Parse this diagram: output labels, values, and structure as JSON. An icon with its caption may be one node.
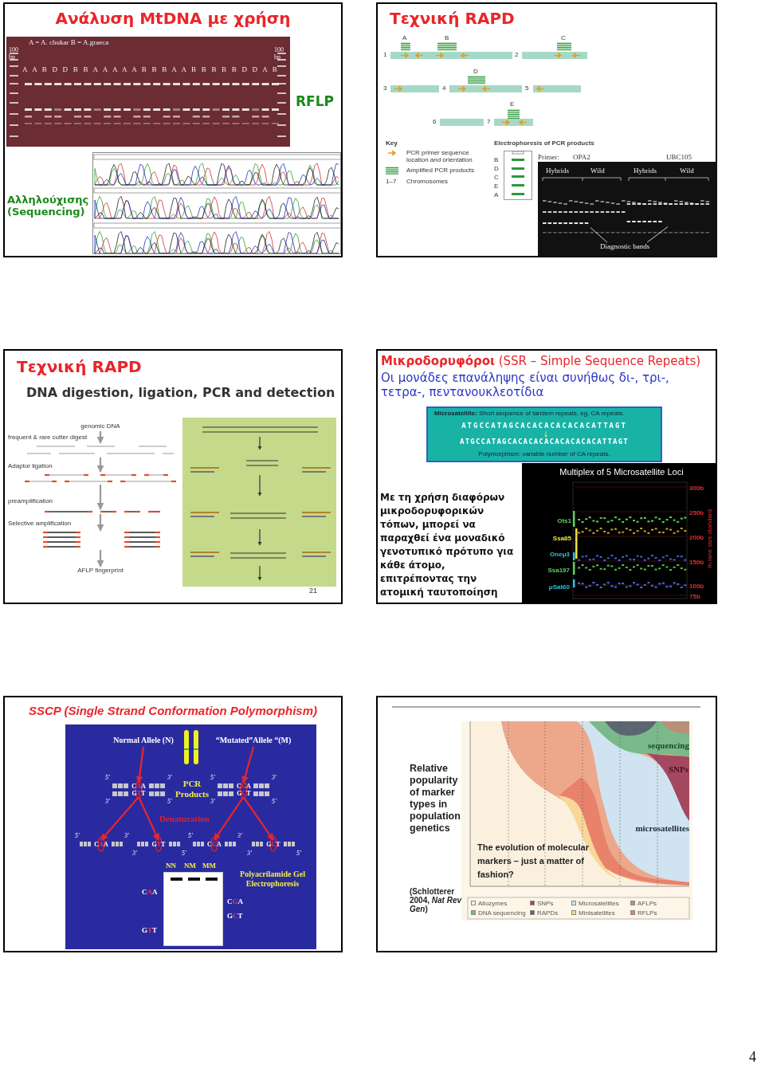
{
  "diagram": {
    "nodes": [
      {
        "text": [
          "Ανάλυση MtDNA με χρήση"
        ]
      },
      {
        "text": [
          "A = A. chukar  B = A.graeca",
          "100 bp",
          "100 bp",
          "A A B D D B B A A A A A B B B A A B B B B B D D A B"
        ],
        "in": 0,
        "beside": [
          "RFLP"
        ]
      },
      {
        "text": [],
        "shape": "picture",
        "in": 0,
        "beside": [
          "Αλληλούχισης (Sequencing)"
        ]
      },
      {
        "text": [
          "Τεχνική RAPD"
        ]
      },
      {
        "text": [
          "A",
          "B",
          "C",
          "1",
          "2",
          "D",
          "3",
          "4",
          "5",
          "E",
          "6",
          "7"
        ],
        "in": 3
      },
      {
        "text": [],
        "shape": "box",
        "in": 3,
        "beside": [
          "Electrophoresis of PCR products",
          "B",
          "D",
          "C",
          "E",
          "A"
        ]
      },
      {
        "text": [
          "Hybrids",
          "Wild",
          "Hybrids",
          "Wild"
        ],
        "in": 3,
        "beside": [
          "Primer:",
          "OPA2",
          "UBC105"
        ]
      },
      {
        "text": [
          "Diagnostic bands"
        ],
        "in": 6
      },
      {
        "text": [
          "Τεχνική RAPD",
          "DNA digestion, ligation, PCR and detection"
        ]
      },
      {
        "text": [
          "genomic DNA"
        ],
        "in": 8
      },
      {
        "text": [],
        "shape": "picture",
        "in": 8
      },
      {
        "text": [],
        "shape": "picture",
        "in": 8
      },
      {
        "text": [],
        "shape": "picture",
        "in": 8
      },
      {
        "text": [],
        "shape": "picture",
        "in": 8
      },
      {
        "text": [
          "AFLP fingerprint"
        ],
        "in": 8
      },
      {
        "text": [],
        "shape": "picture",
        "in": 8
      },
      {
        "text": [
          "**Μικροδορυφόροι** (SSR – Simple Sequence Repeats)",
          "Οι μονάδες επανάληψης είναι συνήθως δι-, τρι-, τετρα-, πεντανουκλεοτίδια"
        ]
      },
      {
        "text": [
          "**Microsatellite:** Short sequence of tandem repeats, eg. CA repeats.",
          "ATGCCATAGCACACACACACACATTAGT",
          "ATGCCATAGCACACACACACACACACATTAGT",
          "Polymorphism: variable number of CA repeats."
        ],
        "in": 16
      },
      {
        "text": [
          "Multiplex of 5 Microsatellite Loci",
          "Ots1",
          "Ssa85",
          "Oneμ3",
          "Ssa197",
          "μSat60",
          "300b",
          "250b",
          "200b",
          "150b",
          "100b",
          "75b",
          "In lane size standard"
        ],
        "in": 16
      },
      {
        "text": [
          "SSCP (Single Strand Conformation Polymorphism)"
        ]
      },
      {
        "text": [],
        "shape": "box",
        "in": 19
      },
      {
        "text": [
          "Normal Allele (N)"
        ],
        "in": 20
      },
      {
        "text": [],
        "shape": "picture",
        "in": 20
      },
      {
        "text": [
          "“Mutated”Allele “(M)"
        ],
        "in": 20
      },
      {
        "text": [
          "CAA",
          "GTT"
        ],
        "in": 20,
        "beside": [
          "5′",
          "3′",
          "3′",
          "5′"
        ]
      },
      {
        "text": [
          "CGA",
          "GCT"
        ],
        "in": 20,
        "beside": [
          "5′",
          "3′",
          "3′",
          "5′"
        ]
      },
      {
        "text": [
          "CAA"
        ],
        "in": 20,
        "beside": [
          "5′",
          "3′"
        ]
      },
      {
        "text": [
          "GTT"
        ],
        "in": 20,
        "beside": [
          "3′",
          "5′"
        ]
      },
      {
        "text": [
          "CGA"
        ],
        "in": 20,
        "beside": [
          "5′",
          "3′"
        ]
      },
      {
        "text": [
          "GCT"
        ],
        "in": 20,
        "beside": [
          "3′",
          "5′"
        ]
      },
      {
        "text": [],
        "shape": "box",
        "in": 20,
        "beside": [
          "NN",
          "NM",
          "MM",
          "CAA",
          "GTT",
          "CGA",
          "GCT"
        ]
      },
      {
        "text": [],
        "shape": "box"
      },
      {
        "text": [
          "sequencing",
          "SNPs",
          "microsatellites",
          "The evolution of molecular markers – just a matter of  fashion?"
        ],
        "in": 31
      }
    ],
    "edges": [
      {
        "from": 7,
        "to": null,
        "arrow": "none",
        "color": "#ffffff"
      },
      {
        "from": 7,
        "to": null,
        "arrow": "none",
        "color": "#ffffff"
      },
      {
        "from": 9,
        "to": 10,
        "arrow": "to",
        "color": "#9a9a9a"
      },
      {
        "from": 10,
        "to": 11,
        "arrow": "to",
        "color": "#9a9a9a"
      },
      {
        "from": 11,
        "to": 12,
        "arrow": "to",
        "color": "#9a9a9a"
      },
      {
        "from": 12,
        "to": 13,
        "arrow": "to",
        "color": "#9a9a9a"
      },
      {
        "from": 13,
        "to": 14,
        "arrow": "to",
        "color": "#9a9a9a"
      },
      {
        "from": 21,
        "to": 24,
        "arrow": "to"
      },
      {
        "from": 23,
        "to": 25,
        "arrow": "to"
      },
      {
        "from": 24,
        "to": 26,
        "arrow": "to"
      },
      {
        "from": 24,
        "to": 27,
        "arrow": "to"
      },
      {
        "from": 25,
        "to": 28,
        "arrow": "to"
      },
      {
        "from": 25,
        "to": 29,
        "arrow": "to"
      }
    ],
    "labels": [
      "Key",
      "1–7",
      "Chromosomes",
      "frequent & rare cutter digest",
      "Adaptor ligation",
      "preamplification",
      "Selective amplification",
      "21",
      "Με τη χρήση διαφόρων μικροδορυφορικών τόπων, μπορεί να παραχθεί ένα μοναδικό γενοτυπικό πρότυπο για κάθε άτομο, επιτρέποντας την ατομική ταυτοποίηση",
      "PCR Products",
      "Denaturation",
      "Polyacrilamide Gel Electrophoresis",
      "Relative popularity of marker types in population genetics",
      "(Schlotterer 2004, *Nat Rev Gen*)",
      "4"
    ],
    "legend": [
      {
        "text": "PCR primer sequence location and orientation"
      },
      {
        "text": "Amplified PCR products"
      },
      {
        "text": "Allozymes",
        "color": "#f7efdf"
      },
      {
        "text": "SNPs",
        "color": "#a3485f"
      },
      {
        "text": "Microsatellites",
        "color": "#cfe3f0"
      },
      {
        "text": "AFLPs",
        "color": "#b8907a"
      },
      {
        "text": "DNA sequencing",
        "color": "#79b98a"
      },
      {
        "text": "RAPDs",
        "color": "#5b6670"
      },
      {
        "text": "Minisatellites",
        "color": "#f7d79a"
      },
      {
        "text": "RFLPs",
        "color": "#e9826a"
      }
    ]
  }
}
